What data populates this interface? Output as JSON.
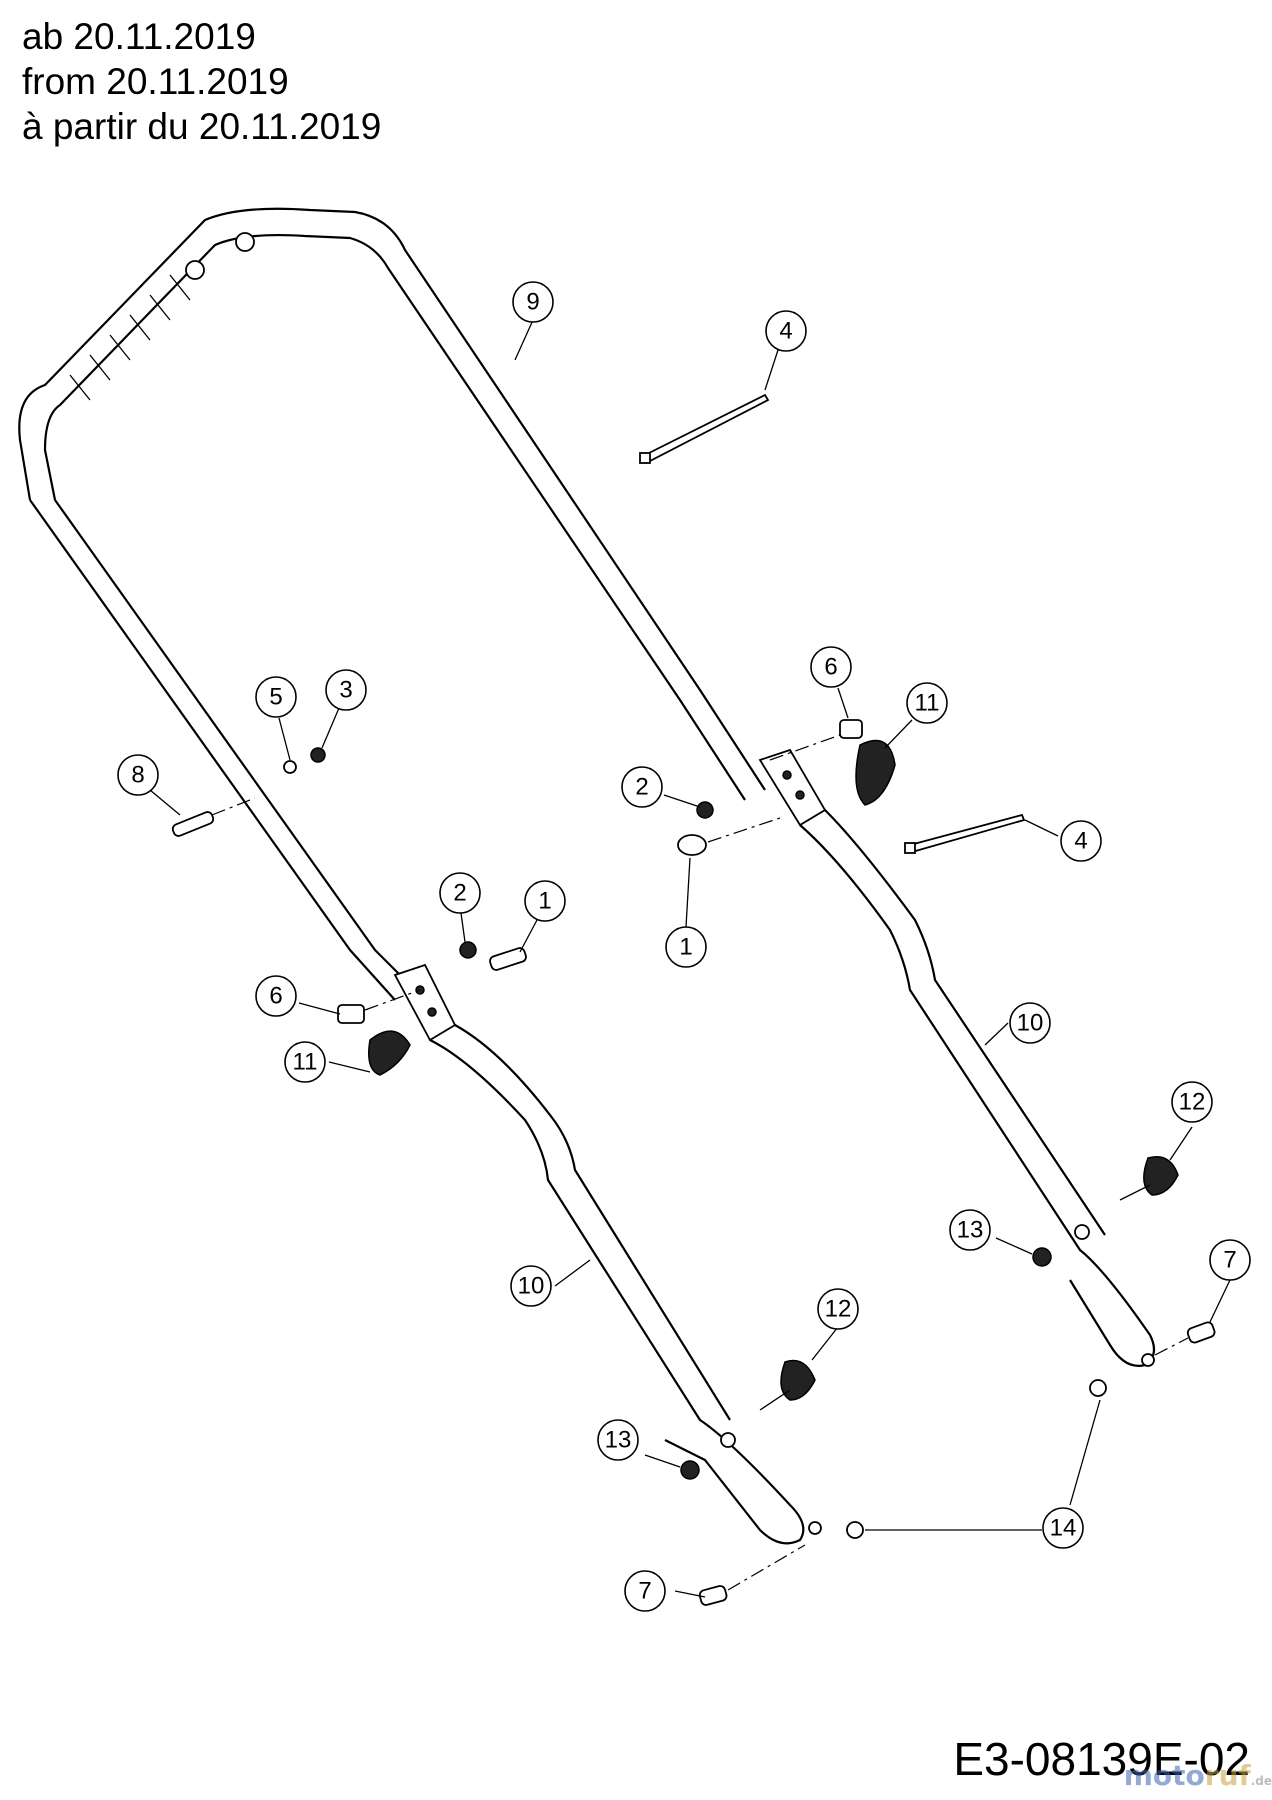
{
  "header": {
    "line_de": "ab 20.11.2019",
    "line_en": "from 20.11.2019",
    "line_fr": "à partir du 20.11.2019"
  },
  "drawing_code": "E3-08139E-02",
  "watermark": {
    "part1": "moto",
    "part2": "ruf",
    "suffix": ".de"
  },
  "callouts": [
    {
      "id": "c9a",
      "label": "9"
    },
    {
      "id": "c4a",
      "label": "4"
    },
    {
      "id": "c4b",
      "label": "4"
    },
    {
      "id": "c6a",
      "label": "6"
    },
    {
      "id": "c11a",
      "label": "11"
    },
    {
      "id": "c5",
      "label": "5"
    },
    {
      "id": "c3",
      "label": "3"
    },
    {
      "id": "c8",
      "label": "8"
    },
    {
      "id": "c2a",
      "label": "2"
    },
    {
      "id": "c2b",
      "label": "2"
    },
    {
      "id": "c1a",
      "label": "1"
    },
    {
      "id": "c1b",
      "label": "1"
    },
    {
      "id": "c6b",
      "label": "6"
    },
    {
      "id": "c11b",
      "label": "11"
    },
    {
      "id": "c10a",
      "label": "10"
    },
    {
      "id": "c10b",
      "label": "10"
    },
    {
      "id": "c12a",
      "label": "12"
    },
    {
      "id": "c12b",
      "label": "12"
    },
    {
      "id": "c13a",
      "label": "13"
    },
    {
      "id": "c13b",
      "label": "13"
    },
    {
      "id": "c7a",
      "label": "7"
    },
    {
      "id": "c7b",
      "label": "7"
    },
    {
      "id": "c14",
      "label": "14"
    }
  ]
}
